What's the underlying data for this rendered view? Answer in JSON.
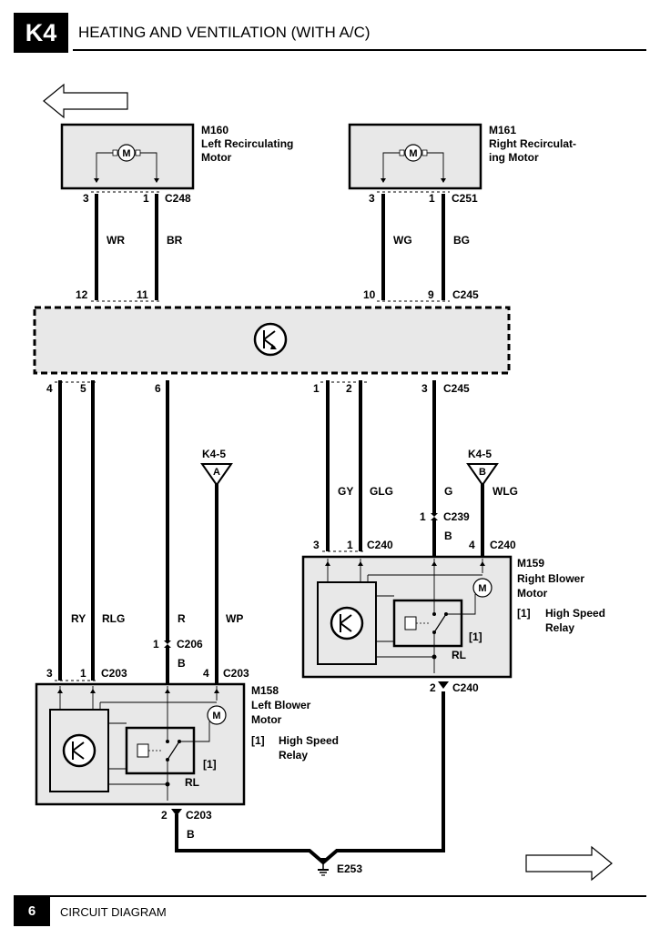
{
  "header": {
    "page_code": "K4",
    "title": "HEATING AND VENTILATION (WITH A/C)"
  },
  "footer": {
    "page_number": "6",
    "title": "CIRCUIT DIAGRAM"
  },
  "components": {
    "m160": {
      "id": "M160",
      "line1": "Left Recirculating",
      "line2": "Motor",
      "motor_symbol": "M"
    },
    "m161": {
      "id": "M161",
      "line1": "Right Recirculat-",
      "line2": "ing Motor",
      "motor_symbol": "M"
    },
    "m158": {
      "id": "M158",
      "line1": "Left Blower",
      "line2": "Motor",
      "motor_symbol": "M",
      "sub_index": "[1]",
      "sub_line1": "High Speed",
      "sub_line2": "Relay",
      "relay_ref": "[1]",
      "relay_wire": "RL"
    },
    "m159": {
      "id": "M159",
      "line1": "Right Blower",
      "line2": "Motor",
      "motor_symbol": "M",
      "sub_index": "[1]",
      "sub_line1": "High Speed",
      "sub_line2": "Relay",
      "relay_ref": "[1]",
      "relay_wire": "RL"
    },
    "e253": {
      "id": "E253"
    }
  },
  "connectors": {
    "c248": {
      "name": "C248",
      "pin_a": "3",
      "pin_b": "1"
    },
    "c251": {
      "name": "C251",
      "pin_a": "3",
      "pin_b": "1"
    },
    "c245_top": {
      "name": "C245",
      "pins": [
        "12",
        "11",
        "10",
        "9"
      ]
    },
    "c245_bottom": {
      "name": "C245",
      "pins": [
        "4",
        "5",
        "6",
        "1",
        "2",
        "3"
      ]
    },
    "c239": {
      "name": "C239",
      "pin": "1"
    },
    "c240_in": {
      "name": "C240",
      "pin_a": "3",
      "pin_b": "1",
      "pin_c": "4",
      "pin_c_name": "C240"
    },
    "c240_out": {
      "name": "C240",
      "pin": "2"
    },
    "c206": {
      "name": "C206",
      "pin": "1"
    },
    "c203_in": {
      "name": "C203",
      "pin_a": "3",
      "pin_b": "1",
      "pin_c": "4",
      "pin_c_name": "C203"
    },
    "c203_out": {
      "name": "C203",
      "pin": "2"
    }
  },
  "refs": {
    "ref_a": {
      "page": "K4-5",
      "letter": "A"
    },
    "ref_b": {
      "page": "K4-5",
      "letter": "B"
    }
  },
  "wires": {
    "wr": "WR",
    "br": "BR",
    "wg": "WG",
    "bg": "BG",
    "ry": "RY",
    "rlg": "RLG",
    "r": "R",
    "wp": "WP",
    "b_c206": "B",
    "gy": "GY",
    "glg": "GLG",
    "g": "G",
    "wlg": "WLG",
    "b_c239": "B",
    "b_ground": "B"
  }
}
